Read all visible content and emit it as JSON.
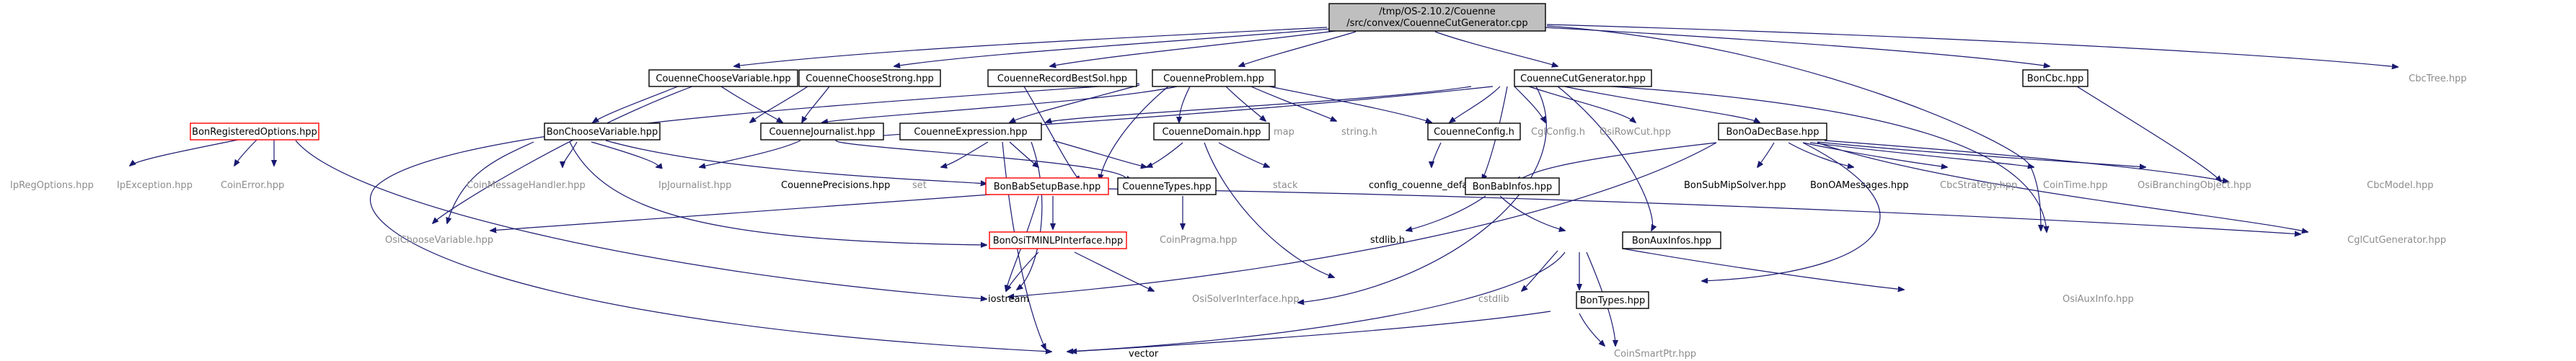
{
  "root": {
    "line1": "/tmp/OS-2.10.2/Couenne",
    "line2": "/src/convex/CouenneCutGenerator.cpp"
  },
  "nodes": {
    "couenneChooseVariable": "CouenneChooseVariable.hpp",
    "couenneChooseStrong": "CouenneChooseStrong.hpp",
    "couenneRecordBestSol": "CouenneRecordBestSol.hpp",
    "couenneProblem": "CouenneProblem.hpp",
    "couenneCutGenerator": "CouenneCutGenerator.hpp",
    "bonCbc": "BonCbc.hpp",
    "cbcTree": "CbcTree.hpp",
    "bonRegisteredOptions": "BonRegisteredOptions.hpp",
    "bonChooseVariable": "BonChooseVariable.hpp",
    "couenneJournalist": "CouenneJournalist.hpp",
    "couenneExpression": "CouenneExpression.hpp",
    "couenneDomain": "CouenneDomain.hpp",
    "map": "map",
    "stringh": "string.h",
    "couenneConfig": "CouenneConfig.h",
    "cglConfig": "CglConfig.h",
    "osiRowCut": "OsiRowCut.hpp",
    "bonOaDecBase": "BonOaDecBase.hpp",
    "ipRegOptions": "IpRegOptions.hpp",
    "ipException": "IpException.hpp",
    "coinError": "CoinError.hpp",
    "coinMessageHandler": "CoinMessageHandler.hpp",
    "ipJournalist": "IpJournalist.hpp",
    "couennePrecisions": "CouennePrecisions.hpp",
    "set": "set",
    "bonBabSetupBase": "BonBabSetupBase.hpp",
    "couenneTypes": "CouenneTypes.hpp",
    "stack": "stack",
    "configCouenneDefault": "config_couenne_default.h",
    "bonBabInfos": "BonBabInfos.hpp",
    "bonSubMipSolver": "BonSubMipSolver.hpp",
    "bonOAMessages": "BonOAMessages.hpp",
    "cbcStrategy": "CbcStrategy.hpp",
    "coinTime": "CoinTime.hpp",
    "osiBranchingObject": "OsiBranchingObject.hpp",
    "cbcModel": "CbcModel.hpp",
    "osiChooseVariable": "OsiChooseVariable.hpp",
    "bonOsiTMINLPInterface": "BonOsiTMINLPInterface.hpp",
    "coinPragma": "CoinPragma.hpp",
    "stdlibh": "stdlib.h",
    "cglCutGenerator": "CglCutGenerator.hpp",
    "iostream": "iostream",
    "osiSolverInterface": "OsiSolverInterface.hpp",
    "bonAuxInfos": "BonAuxInfos.hpp",
    "cstdlib": "cstdlib",
    "bonTypes": "BonTypes.hpp",
    "osiAuxInfo": "OsiAuxInfo.hpp",
    "vector": "vector",
    "coinSmartPtr": "CoinSmartPtr.hpp"
  },
  "colors": {
    "edge": "#191970",
    "root_fill": "#bfbfbf",
    "red_border": "#ff0000",
    "gray_text": "#8c8c8c"
  }
}
